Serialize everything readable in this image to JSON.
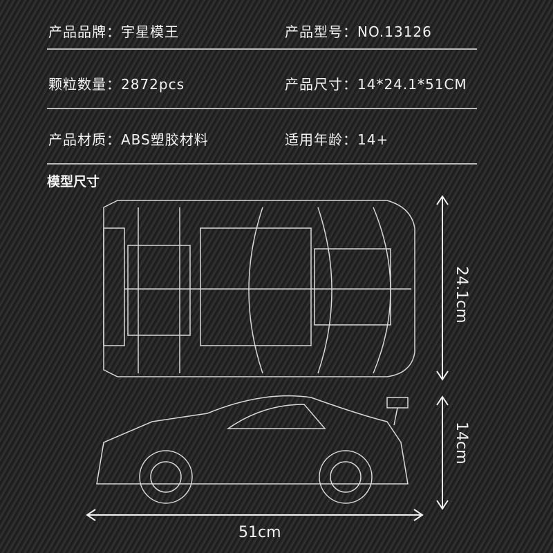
{
  "specs": [
    {
      "label": "产品品牌：",
      "value": "宇星模王"
    },
    {
      "label": "产品型号：",
      "value": "NO.13126"
    },
    {
      "label": "颗粒数量：",
      "value": "2872pcs"
    },
    {
      "label": "产品尺寸：",
      "value": "14*24.1*51CM"
    },
    {
      "label": "产品材质：",
      "value": "ABS塑胶材料"
    },
    {
      "label": "适用年龄：",
      "value": "14+"
    }
  ],
  "section_title": "模型尺寸",
  "dimensions": {
    "width": "24.1cm",
    "height": "14cm",
    "length": "51cm"
  }
}
